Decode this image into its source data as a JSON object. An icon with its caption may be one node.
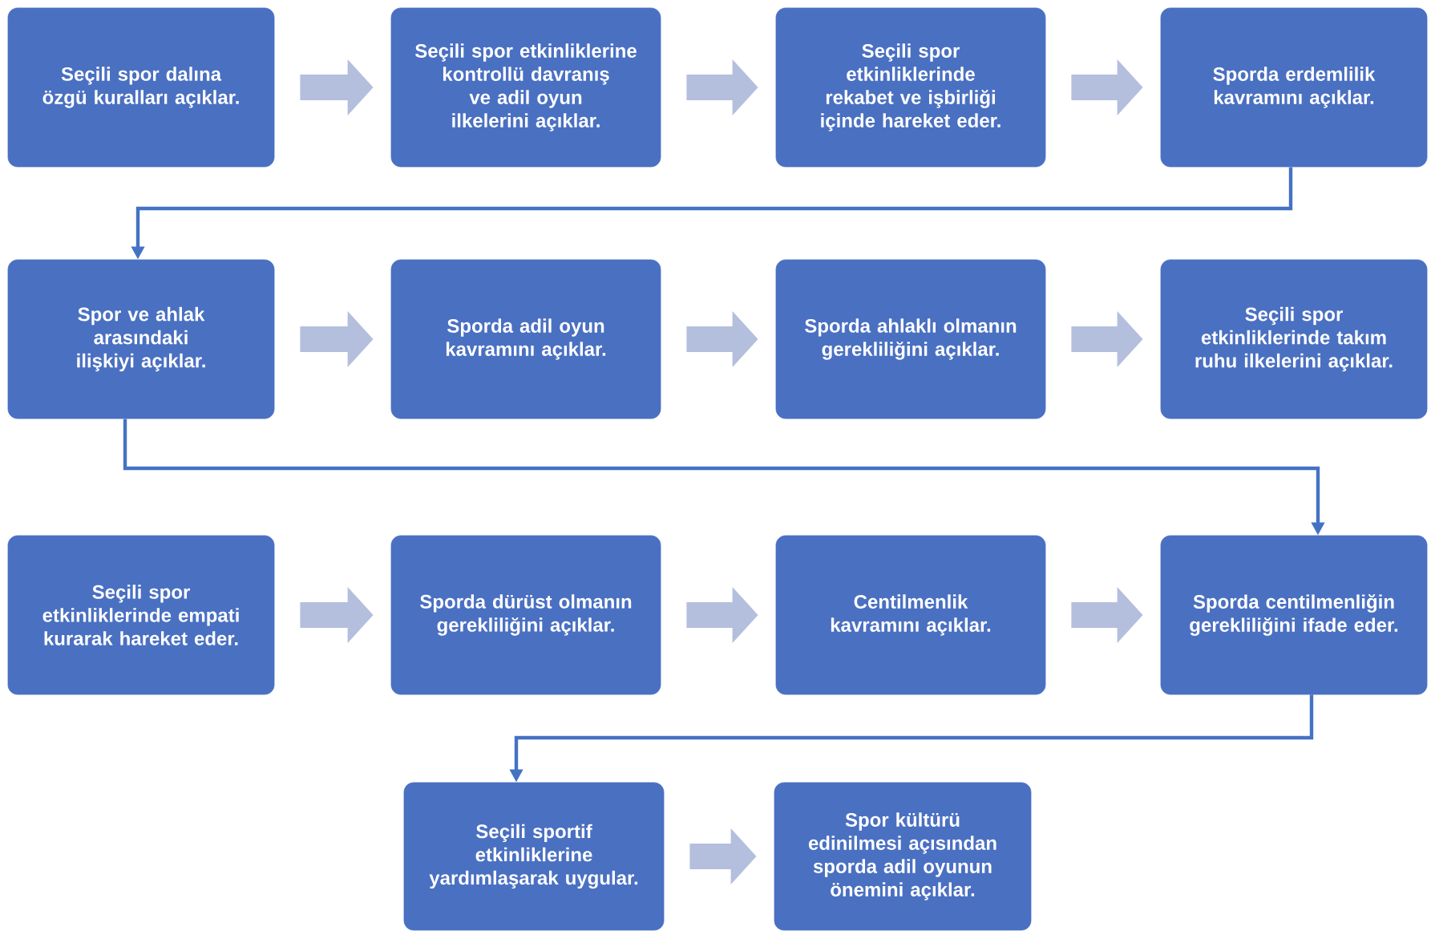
{
  "diagram": {
    "nodes": [
      {
        "text": [
          "Seçili spor dalına özgü kuralları açıklar."
        ]
      },
      {
        "text": [
          "Seçili spor etkinliklerine kontrollü davranış ve adil oyun ilkelerini açıklar."
        ]
      },
      {
        "text": [
          "Seçili spor etkinliklerinde rekabet ve işbirliği içinde hareket eder."
        ]
      },
      {
        "text": [
          "Sporda erdemlilik kavramını açıklar."
        ]
      },
      {
        "text": [
          "Spor ve ahlak arasındaki ilişkiyi açıklar."
        ]
      },
      {
        "text": [
          "Sporda adil oyun kavramını açıklar."
        ]
      },
      {
        "text": [
          "Sporda ahlaklı olmanın gerekliliğini açıklar."
        ]
      },
      {
        "text": [
          "Seçili spor etkinliklerinde takım ruhu ilkelerini açıklar."
        ]
      },
      {
        "text": [
          "Seçili spor etkinliklerinde empati kurarak hareket eder."
        ]
      },
      {
        "text": [
          "Sporda dürüst olmanın gerekliliğini açıklar."
        ]
      },
      {
        "text": [
          "Centilmenlik kavramını açıklar."
        ]
      },
      {
        "text": [
          "Sporda centilmenliğin gerekliliğini ifade eder."
        ]
      },
      {
        "text": [
          "Seçili sportif etkinliklerine yardımlaşarak uygular."
        ]
      },
      {
        "text": [
          "Spor kültürü edinilmesi açısından sporda adil oyunun önemini açıklar."
        ]
      }
    ],
    "edges": [
      {
        "from": 0,
        "to": 1,
        "arrow": "to"
      },
      {
        "from": 1,
        "to": 2,
        "arrow": "to"
      },
      {
        "from": 2,
        "to": 3,
        "arrow": "to"
      },
      {
        "from": 3,
        "to": 4,
        "arrow": "to",
        "color": "#4472c4"
      },
      {
        "from": 4,
        "to": 5,
        "arrow": "to"
      },
      {
        "from": 5,
        "to": 6,
        "arrow": "to"
      },
      {
        "from": 6,
        "to": 7,
        "arrow": "to"
      },
      {
        "from": 4,
        "to": 11,
        "arrow": "to",
        "color": "#4472c4"
      },
      {
        "from": 8,
        "to": 9,
        "arrow": "to"
      },
      {
        "from": 9,
        "to": 10,
        "arrow": "to"
      },
      {
        "from": 10,
        "to": 11,
        "arrow": "to"
      },
      {
        "from": 11,
        "to": 12,
        "arrow": "to",
        "color": "#4472c4"
      },
      {
        "from": 12,
        "to": 13,
        "arrow": "to"
      }
    ]
  }
}
